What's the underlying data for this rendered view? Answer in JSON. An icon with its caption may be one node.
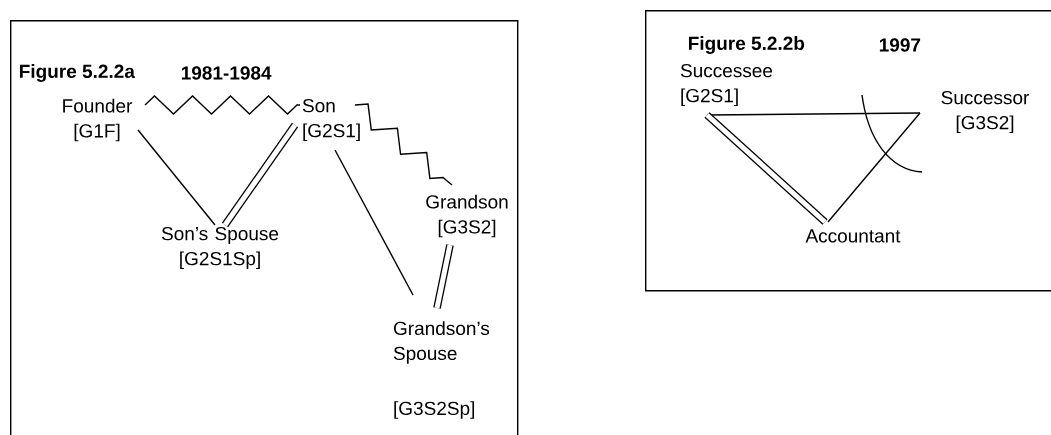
{
  "diagram": {
    "nodes": [
      {
        "text": [
          "Figure 5.2.2a",
          "1981-1984"
        ]
      },
      {
        "text": [
          "Founder [G1F]"
        ],
        "in": 0
      },
      {
        "text": [
          "Son [G2S1]"
        ],
        "in": 0
      },
      {
        "text": [
          "Son’s Spouse [G2S1Sp]"
        ],
        "in": 0
      },
      {
        "text": [
          "Grandson [G3S2]"
        ],
        "in": 0
      },
      {
        "text": [
          "Grandson’s Spouse",
          "[G3S2Sp]"
        ],
        "in": 0
      },
      {
        "text": [
          "Figure 5.2.2b",
          "1997"
        ]
      },
      {
        "text": [
          "Successee [G2S1]"
        ],
        "in": 6
      },
      {
        "text": [
          "Successor [G3S2]"
        ],
        "in": 6
      },
      {
        "text": [
          "Accountant"
        ],
        "in": 6
      }
    ],
    "edges": [
      {
        "from": 1,
        "to": 2,
        "arrow": "none"
      },
      {
        "from": 1,
        "to": 3,
        "arrow": "none"
      },
      {
        "from": 2,
        "to": 3,
        "arrow": "none",
        "style": "thick"
      },
      {
        "from": 2,
        "to": 4,
        "arrow": "none"
      },
      {
        "from": 2,
        "to": 5,
        "arrow": "none"
      },
      {
        "from": 4,
        "to": 5,
        "arrow": "none",
        "style": "thick"
      },
      {
        "from": 7,
        "to": 8,
        "arrow": "none"
      },
      {
        "from": 7,
        "to": 9,
        "arrow": "none",
        "style": "thick"
      },
      {
        "from": 8,
        "to": 9,
        "arrow": "none"
      }
    ]
  }
}
